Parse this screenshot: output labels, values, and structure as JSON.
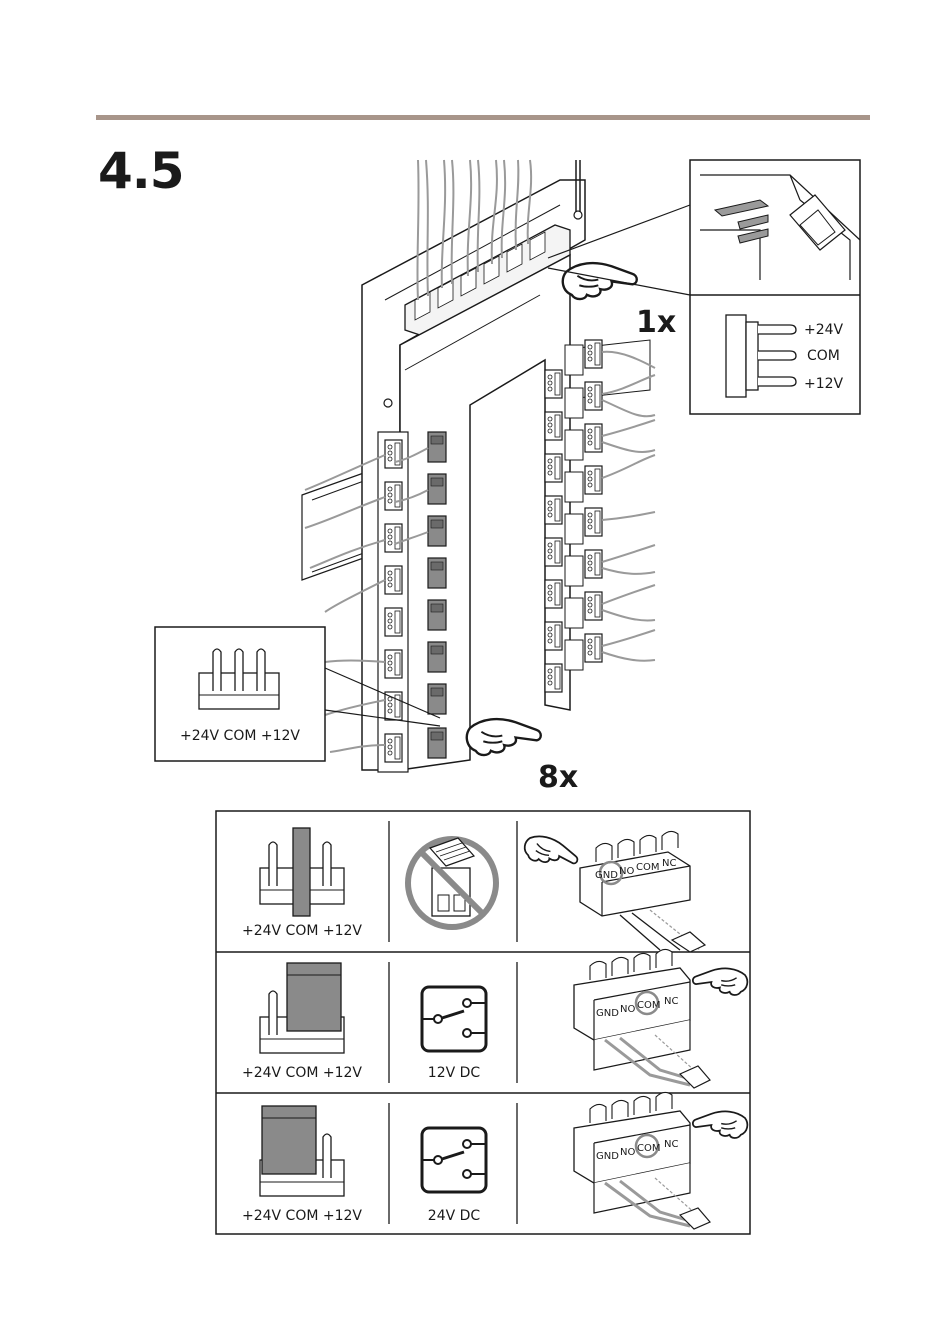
{
  "header": {
    "step_number": "4.5"
  },
  "main_diagram": {
    "count_top": "1x",
    "count_bottom": "8x"
  },
  "callout_top": {
    "labels": [
      "+24V",
      "COM",
      "+12V"
    ]
  },
  "callout_left": {
    "labels": "+24V COM +12V"
  },
  "table": {
    "rows": [
      {
        "jumper_label": "+24V  COM  +12V",
        "mode_label": "",
        "mode_icon": "no-device-icon",
        "terminal_labels": [
          "GND",
          "NO",
          "COM",
          "NC"
        ]
      },
      {
        "jumper_label": "+24V  COM  +12V",
        "mode_label": "12V DC",
        "mode_icon": "relay-switch-icon",
        "terminal_labels": [
          "GND",
          "NO",
          "COM",
          "NC"
        ]
      },
      {
        "jumper_label": "+24V  COM  +12V",
        "mode_label": "24V DC",
        "mode_icon": "relay-switch-icon",
        "terminal_labels": [
          "GND",
          "NO",
          "COM",
          "NC"
        ]
      }
    ]
  },
  "colors": {
    "rule": "#a8958a",
    "jumper": "#8a8a8a",
    "line": "#1a1a1a"
  }
}
